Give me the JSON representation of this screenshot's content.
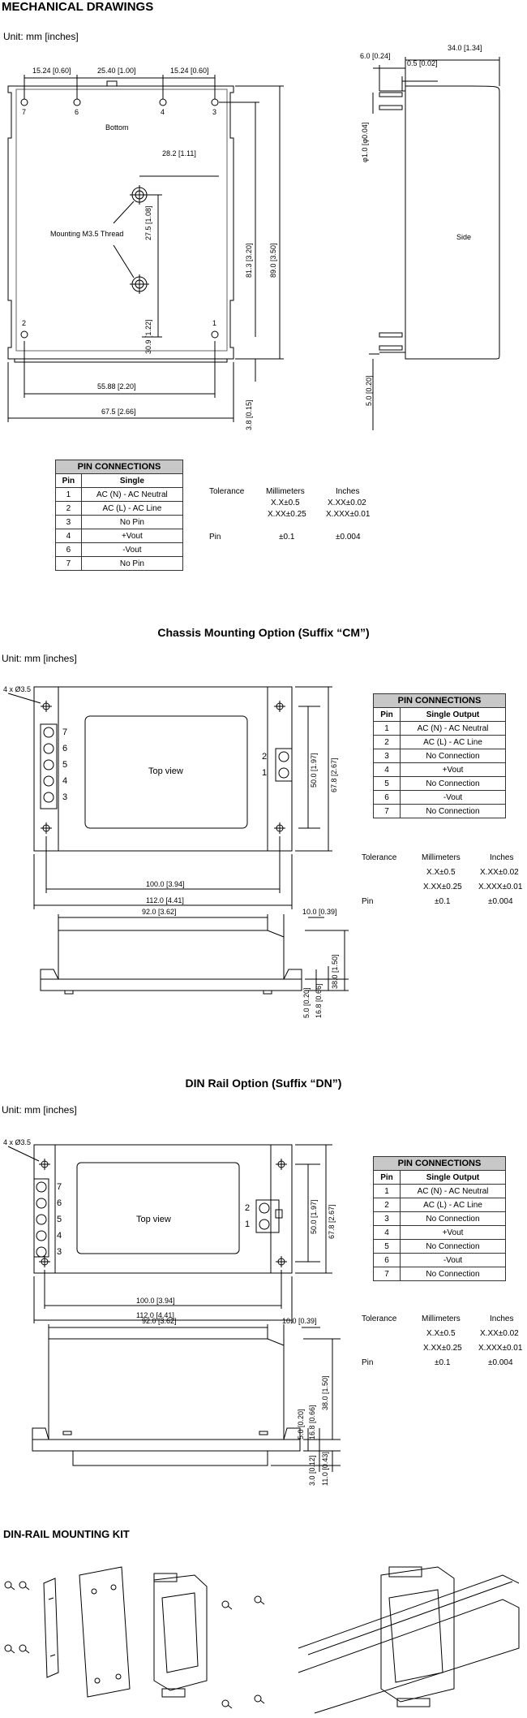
{
  "section1": {
    "title": "MECHANICAL DRAWINGS",
    "unit": "Unit: mm [inches]",
    "dims": {
      "d1": "15.24 [0.60]",
      "d2": "25.40 [1.00]",
      "d3": "15.24 [0.60]",
      "d4": "28.2 [1.11]",
      "d5": "27.5 [1.08]",
      "d6": "30.9 [1.22]",
      "d7": "81.3 [3.20]",
      "d8": "89.0 [3.50]",
      "d9": "55.88 [2.20]",
      "d10": "67.5 [2.66]",
      "d11": "3.8 [0.15]",
      "s1": "34.0 [1.34]",
      "s2": "6.0 [0.24]",
      "s3": "0.5 [0.02]",
      "s4": "φ1.0 [φ0.04]",
      "s5": "5.0 [0.20]"
    },
    "labels": {
      "bottom": "Bottom",
      "mounting": "Mounting M3.5 Thread",
      "side": "Side",
      "p7": "7",
      "p6": "6",
      "p4": "4",
      "p3": "3",
      "p2": "2",
      "p1": "1"
    },
    "table": {
      "title": "PIN CONNECTIONS",
      "h1": "Pin",
      "h2": "Single",
      "rows": [
        [
          "1",
          "AC (N) - AC Neutral"
        ],
        [
          "2",
          "AC (L) - AC Line"
        ],
        [
          "3",
          "No Pin"
        ],
        [
          "4",
          "+Vout"
        ],
        [
          "6",
          "-Vout"
        ],
        [
          "7",
          "No Pin"
        ]
      ]
    }
  },
  "tolerance": {
    "label": "Tolerance",
    "mm": "Millimeters",
    "in": "Inches",
    "mm1": "X.X±0.5",
    "in1": "X.XX±0.02",
    "mm2": "X.XX±0.25",
    "in2": "X.XXX±0.01",
    "pin": "Pin",
    "mm3": "±0.1",
    "in3": "±0.004"
  },
  "section2": {
    "title": "Chassis Mounting Option (Suffix “CM”)",
    "unit": "Unit: mm [inches]",
    "dims": {
      "hole": "4 x Ø3.5",
      "w1": "100.0 [3.94]",
      "w2": "112.0 [4.41]",
      "h1": "50.0 [1.97]",
      "h2": "67.8 [2.67]",
      "s1": "92.0 [3.62]",
      "s2": "10.0 [0.39]",
      "s3": "5.0 [0.20]",
      "s4": "16.8 [0.66]",
      "s5": "38.0 [1.50]"
    },
    "labels": {
      "topview": "Top view",
      "t7": "7",
      "t6": "6",
      "t5": "5",
      "t4": "4",
      "t3": "3",
      "t2": "2",
      "t1": "1"
    },
    "table": {
      "title": "PIN CONNECTIONS",
      "h1": "Pin",
      "h2": "Single Output",
      "rows": [
        [
          "1",
          "AC (N) - AC Neutral"
        ],
        [
          "2",
          "AC (L) - AC Line"
        ],
        [
          "3",
          "No Connection"
        ],
        [
          "4",
          "+Vout"
        ],
        [
          "5",
          "No Connection"
        ],
        [
          "6",
          "-Vout"
        ],
        [
          "7",
          "No Connection"
        ]
      ]
    }
  },
  "section3": {
    "title": "DIN Rail Option (Suffix “DN”)",
    "unit": "Unit: mm [inches]",
    "dims": {
      "hole": "4 x Ø3.5",
      "w1": "100.0 [3.94]",
      "w2": "112.0 [4.41]",
      "h1": "50.0 [1.97]",
      "h2": "67.8 [2.67]",
      "s1": "92.0 [3.62]",
      "s2": "10.0 [0.39]",
      "s3": "5.0 [0.20]",
      "s4": "16.8 [0.66]",
      "s5": "38.0 [1.50]",
      "s6": "3.0 [0.12]",
      "s7": "11.0 [0.43]"
    },
    "labels": {
      "topview": "Top view",
      "t7": "7",
      "t6": "6",
      "t5": "5",
      "t4": "4",
      "t3": "3",
      "t2": "2",
      "t1": "1"
    },
    "table": {
      "title": "PIN CONNECTIONS",
      "h1": "Pin",
      "h2": "Single Output",
      "rows": [
        [
          "1",
          "AC (N) - AC Neutral"
        ],
        [
          "2",
          "AC (L) - AC Line"
        ],
        [
          "3",
          "No Connection"
        ],
        [
          "4",
          "+Vout"
        ],
        [
          "5",
          "No Connection"
        ],
        [
          "6",
          "-Vout"
        ],
        [
          "7",
          "No Connection"
        ]
      ]
    }
  },
  "section4": {
    "title": "DIN-RAIL MOUNTING KIT"
  }
}
